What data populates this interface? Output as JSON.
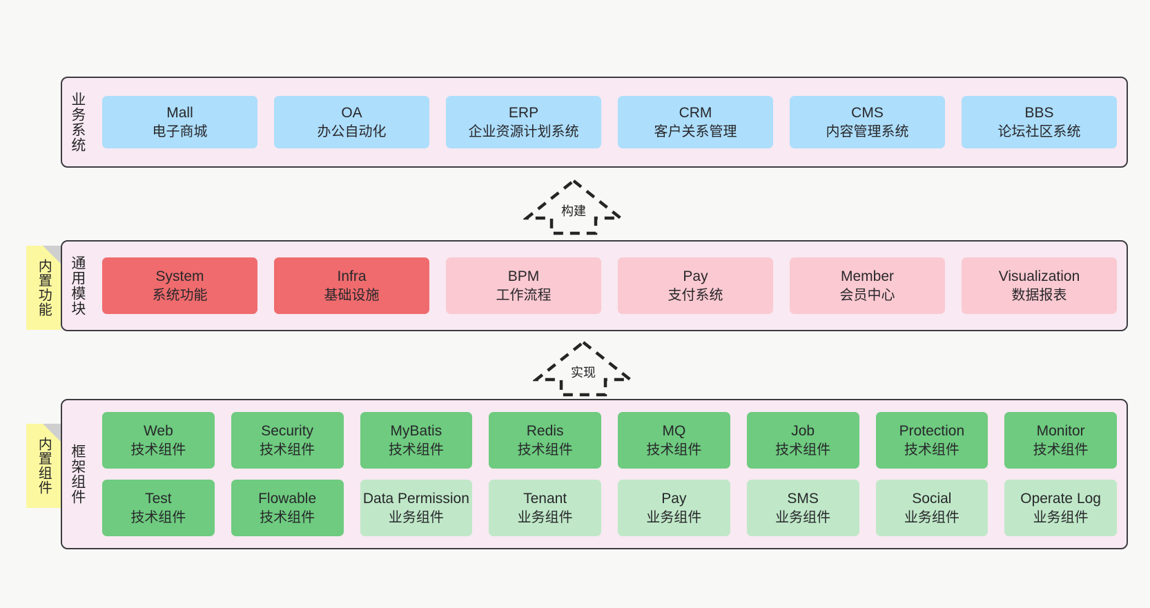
{
  "canvas": {
    "background": "#f8f8f7"
  },
  "palette": {
    "panel_bg": "#f8e9f2",
    "panel_border": "#3c3c40",
    "blue": "#addefb",
    "red": "#f06b6d",
    "pink": "#fbc9d1",
    "green": "#6ecb7f",
    "light_green": "#c0e8c8",
    "sticky_yellow": "#fbf8a0",
    "sticky_fold": "#cfcfcf"
  },
  "layers": [
    {
      "id": "business-system",
      "title": "业务系统",
      "rows": [
        [
          {
            "en": "Mall",
            "cn": "电子商城",
            "color": "blue"
          },
          {
            "en": "OA",
            "cn": "办公自动化",
            "color": "blue"
          },
          {
            "en": "ERP",
            "cn": "企业资源计划系统",
            "color": "blue"
          },
          {
            "en": "CRM",
            "cn": "客户关系管理",
            "color": "blue"
          },
          {
            "en": "CMS",
            "cn": "内容管理系统",
            "color": "blue"
          },
          {
            "en": "BBS",
            "cn": "论坛社区系统",
            "color": "blue"
          }
        ]
      ]
    },
    {
      "id": "common-module",
      "title": "通用模块",
      "sticky": "内置功能",
      "rows": [
        [
          {
            "en": "System",
            "cn": "系统功能",
            "color": "red"
          },
          {
            "en": "Infra",
            "cn": "基础设施",
            "color": "red"
          },
          {
            "en": "BPM",
            "cn": "工作流程",
            "color": "pink"
          },
          {
            "en": "Pay",
            "cn": "支付系统",
            "color": "pink"
          },
          {
            "en": "Member",
            "cn": "会员中心",
            "color": "pink"
          },
          {
            "en": "Visualization",
            "cn": "数据报表",
            "color": "pink"
          }
        ]
      ]
    },
    {
      "id": "framework-component",
      "title": "框架组件",
      "sticky": "内置组件",
      "rows": [
        [
          {
            "en": "Web",
            "cn": "技术组件",
            "color": "green"
          },
          {
            "en": "Security",
            "cn": "技术组件",
            "color": "green"
          },
          {
            "en": "MyBatis",
            "cn": "技术组件",
            "color": "green"
          },
          {
            "en": "Redis",
            "cn": "技术组件",
            "color": "green"
          },
          {
            "en": "MQ",
            "cn": "技术组件",
            "color": "green"
          },
          {
            "en": "Job",
            "cn": "技术组件",
            "color": "green"
          },
          {
            "en": "Protection",
            "cn": "技术组件",
            "color": "green"
          },
          {
            "en": "Monitor",
            "cn": "技术组件",
            "color": "green"
          }
        ],
        [
          {
            "en": "Test",
            "cn": "技术组件",
            "color": "green"
          },
          {
            "en": "Flowable",
            "cn": "技术组件",
            "color": "green"
          },
          {
            "en": "Data Permission",
            "cn": "业务组件",
            "color": "light_green"
          },
          {
            "en": "Tenant",
            "cn": "业务组件",
            "color": "light_green"
          },
          {
            "en": "Pay",
            "cn": "业务组件",
            "color": "light_green"
          },
          {
            "en": "SMS",
            "cn": "业务组件",
            "color": "light_green"
          },
          {
            "en": "Social",
            "cn": "业务组件",
            "color": "light_green"
          },
          {
            "en": "Operate Log",
            "cn": "业务组件",
            "color": "light_green"
          }
        ]
      ]
    }
  ],
  "arrows": [
    {
      "id": "build-arrow",
      "label": "构建",
      "style": "dashed-hollow-up"
    },
    {
      "id": "implement-arrow",
      "label": "实现",
      "style": "dashed-hollow-up"
    }
  ]
}
